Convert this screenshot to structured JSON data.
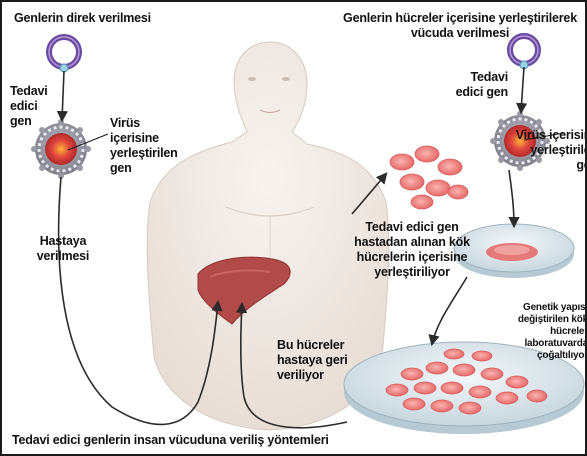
{
  "colors": {
    "border": "#1c1c1c",
    "arrow": "#2b2b2b",
    "ring": "#6a4aa0",
    "virus_outer": "#8f8f9a",
    "virus_core": "#e0443c",
    "cell_fill": "#f07d7d",
    "dish": "#dde8ee",
    "liver": "#b24a4a",
    "skin": "#f1ebe6"
  },
  "labels": {
    "direct_title": "Genlerin direk verilmesi",
    "cell_title": "Genlerin hücreler içerisine yerleştirilerek vücuda verilmesi",
    "therapeutic_gene_left": "Tedavi edici gen",
    "therapeutic_gene_right": "Tedavi edici gen",
    "virus_gene_left": "Virüs içerisine yerleştirilen gen",
    "virus_gene_right": "Virüs içerisine yerleştirilen gen",
    "to_patient": "Hastaya verilmesi",
    "stem_cells": "Tedavi edici gen hastadan alınan kök hücrelerin içerisine yerleştiriliyor",
    "lab_growth": "Genetik yapısı değiştirilen kök hücreler laboratuvarda çoğaltılıyor",
    "back_to_patient": "Bu hücreler hastaya geri veriliyor",
    "caption": "Tedavi edici genlerin insan vücuduna veriliş yöntemleri"
  },
  "icons": [
    "plasmid-ring-icon",
    "virus-particle-icon",
    "stem-cells-icon",
    "petri-dish-icon",
    "liver-icon",
    "human-figure"
  ]
}
